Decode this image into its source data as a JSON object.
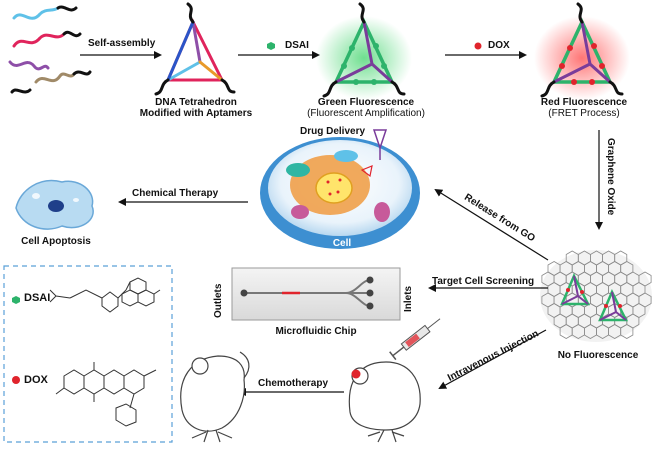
{
  "steps": {
    "self_assembly": "Self-assembly",
    "dna_tetrahedron": [
      "DNA Tetrahedron",
      "Modified with Aptamers"
    ],
    "dsai_arrow": "DSAI",
    "green_fluorescence": [
      "Green Fluorescence",
      "(Fluorescent Amplification)"
    ],
    "dox_arrow": "DOX",
    "red_fluorescence": [
      "Red Fluorescence",
      "(FRET Process)"
    ],
    "graphene_oxide": "Graphene Oxide",
    "no_fluorescence": "No Fluorescence",
    "release_from_go": "Release from GO",
    "drug_delivery": "Drug Delivery",
    "cell": "Cell",
    "chemical_therapy": "Chemical Therapy",
    "cell_apoptosis": "Cell Apoptosis",
    "target_cell_screening": "Target Cell Screening",
    "outlets": "Outlets",
    "inlets": "Inlets",
    "microfluidic_chip": "Microfluidic Chip",
    "intravenous_injection": "Intravenous Injection",
    "chemotherapy": "Chemotherapy"
  },
  "legend": {
    "dsai": "DSAI",
    "dox": "DOX"
  },
  "colors": {
    "dsai_green": "#2db36b",
    "dox_red": "#e0242c",
    "cell_blue": "#3d8fd1",
    "legend_border": "#5aa0d8"
  }
}
